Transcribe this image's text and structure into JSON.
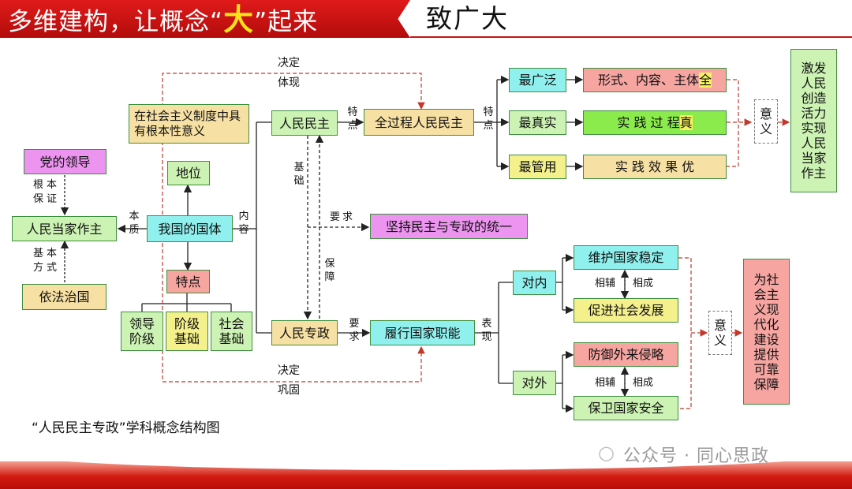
{
  "header": {
    "title_pre": "多维建构，让概念“",
    "title_big": "大",
    "title_post": "”起来",
    "subtitle": "致广大"
  },
  "nodes": {
    "party_leadership": "党的领导",
    "people_masters": "人民当家作主",
    "rule_of_law": "依法治国",
    "fundamental_guarantee": "根本保证",
    "basic_method": "基本方式",
    "essence": "本质",
    "fundamental_significance": "在社会主义制度中具 有根本性意义",
    "status": "地位",
    "state_system": "我国的国体",
    "features": "特点",
    "leading_class": "领导阶级",
    "class_basis": "阶级基础",
    "social_basis": "社会基础",
    "content": "内容",
    "people_democracy": "人民民主",
    "people_dictatorship": "人民专政",
    "whole_process": "全过程人民民主",
    "feature_a": "特点",
    "feature_b": "特点",
    "basis": "基础",
    "guarantee": "保障",
    "require_a": "要求",
    "require_b": "要求",
    "uphold_unity": "坚持民主与专政的统一",
    "perform_functions": "履行国家职能",
    "decide_embody": [
      "决定",
      "体现"
    ],
    "decide_consolidate": [
      "决定",
      "巩固"
    ],
    "broadest": "最广泛",
    "most_real": "最真实",
    "most_effective": "最管用",
    "form_content_subject": "形式、内容、主体",
    "form_hl": "全",
    "practice_process": "实 践 过 程 ",
    "practice_hl": "真",
    "practice_effect": "实 践 效 果 优",
    "significance_a": "意义",
    "significance_b": "意义",
    "significance_text_a": "激发人民创造活力实现人民当家作主",
    "manifest": "表现",
    "internal": "对内",
    "external": "对外",
    "maintain_stability": "维护国家稳定",
    "promote_development": "促进社会发展",
    "defend_invasion": "防御外来侵略",
    "safeguard_security": "保卫国家安全",
    "complement_a": [
      "相辅",
      "相成"
    ],
    "complement_b": [
      "相辅",
      "相成"
    ],
    "significance_text_b": "为社会主义现代化建设提供可靠保障"
  },
  "caption": "“人民民主专政”学科概念结构图",
  "watermark": "公众号 · 同心思政",
  "colors": {
    "red": "#d0161a",
    "green_fill": "#cdf3b4",
    "cyan_fill": "#8ff0ee",
    "pink_fill": "#ec94ef",
    "salmon_fill": "#f6a5a1",
    "yellow_fill": "#f4f08c",
    "tan_fill": "#f7e0a3"
  }
}
